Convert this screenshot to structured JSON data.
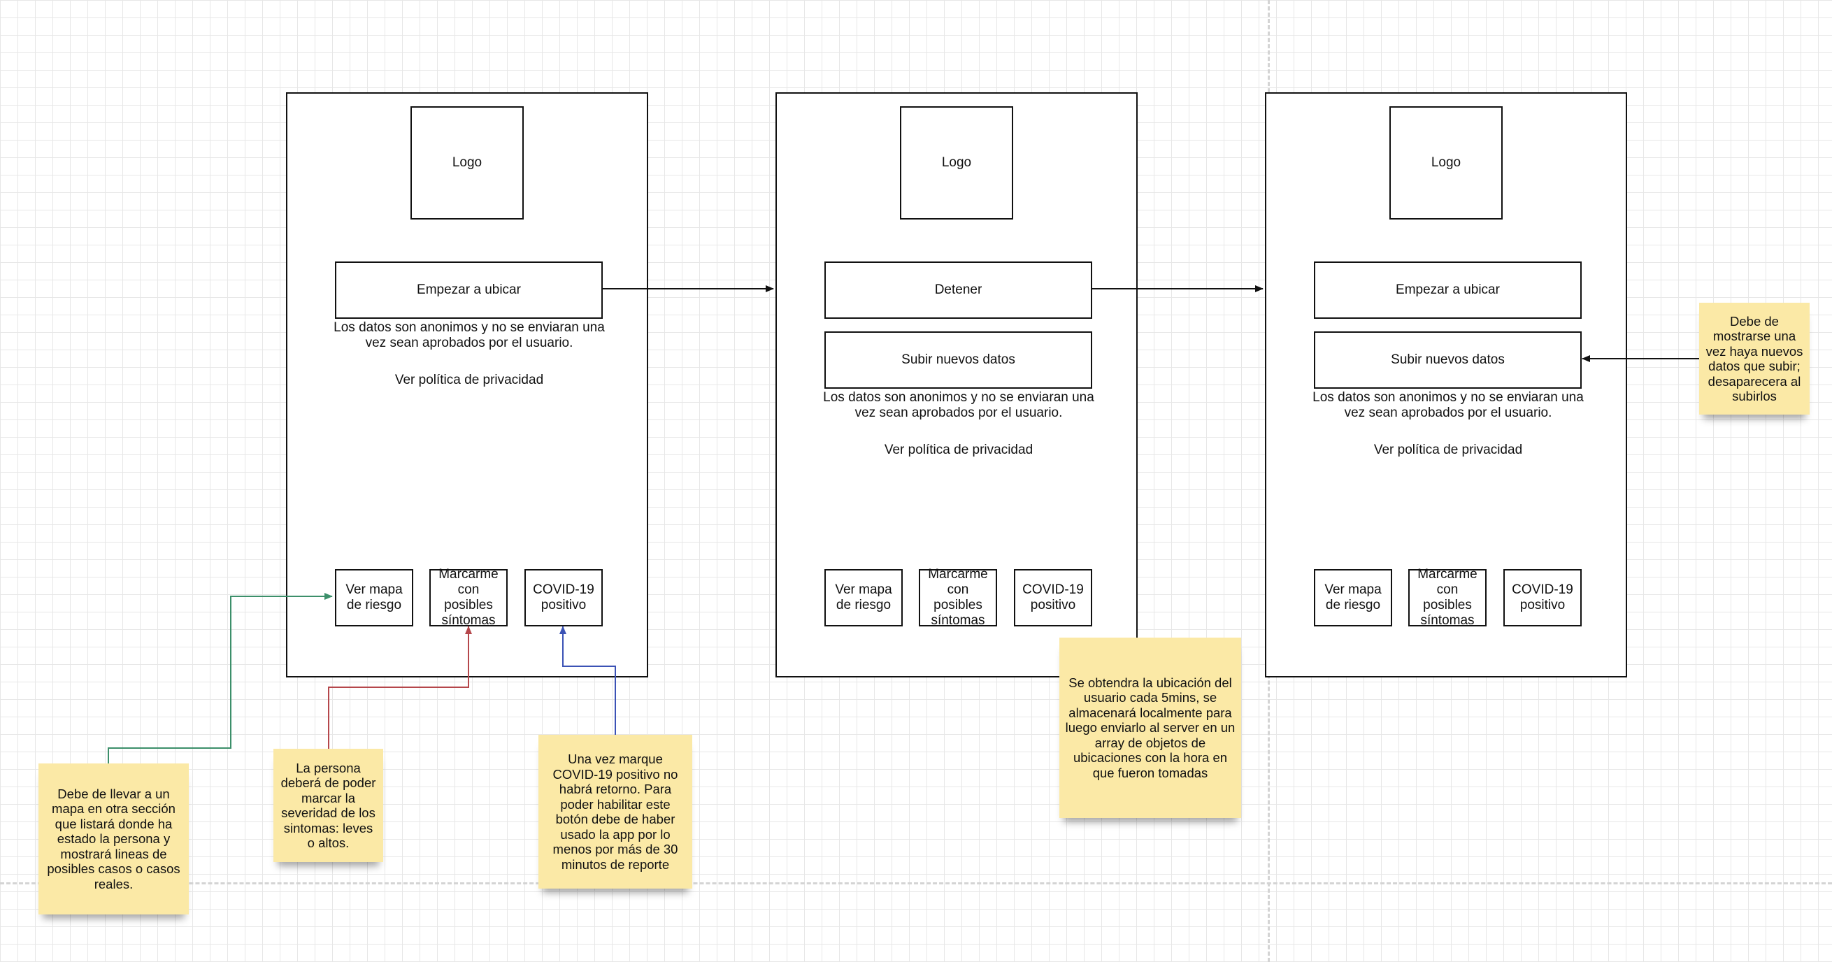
{
  "colors": {
    "sticky": "#fbe9a6",
    "green_connector": "#3c8f6a",
    "red_connector": "#b5474b",
    "blue_connector": "#3b52b5",
    "black_connector": "#111111"
  },
  "screens": [
    {
      "logo": "Logo",
      "primary_button": "Empezar a ubicar",
      "disclaimer": "Los datos son anonimos y no se enviaran una vez sean aprobados por el usuario.",
      "privacy_link": "Ver política de privacidad",
      "actions": [
        "Ver mapa de riesgo",
        "Marcarme con posibles síntomas",
        "COVID-19 positivo"
      ]
    },
    {
      "logo": "Logo",
      "primary_button": "Detener",
      "secondary_button": "Subir nuevos datos",
      "disclaimer": "Los datos son anonimos y no se enviaran una vez sean aprobados por el usuario.",
      "privacy_link": "Ver política de privacidad",
      "actions": [
        "Ver mapa de riesgo",
        "Marcarme con posibles síntomas",
        "COVID-19 positivo"
      ]
    },
    {
      "logo": "Logo",
      "primary_button": "Empezar a ubicar",
      "secondary_button": "Subir nuevos datos",
      "disclaimer": "Los datos son anonimos y no se enviaran una vez sean aprobados por el usuario.",
      "privacy_link": "Ver política de privacidad",
      "actions": [
        "Ver mapa de riesgo",
        "Marcarme con posibles síntomas",
        "COVID-19 positivo"
      ]
    }
  ],
  "notes": {
    "map": "Debe de llevar a un mapa en otra sección que listará  donde ha estado la persona y mostrará lineas de posibles casos o casos reales.",
    "symptoms": "La persona deberá de poder marcar la severidad de los sintomas: leves o altos.",
    "covid": "Una vez marque COVID-19 positivo no habrá retorno. Para poder habilitar este botón debe de haber usado la app por lo menos por más de 30 minutos de reporte",
    "location": "Se obtendra la ubicación del usuario cada 5mins, se almacenará localmente para luego enviarlo al server en un array de objetos de ubicaciones con la hora en que fueron tomadas",
    "upload": "Debe de mostrarse una vez haya nuevos datos que subir; desaparecera al subirlos"
  }
}
